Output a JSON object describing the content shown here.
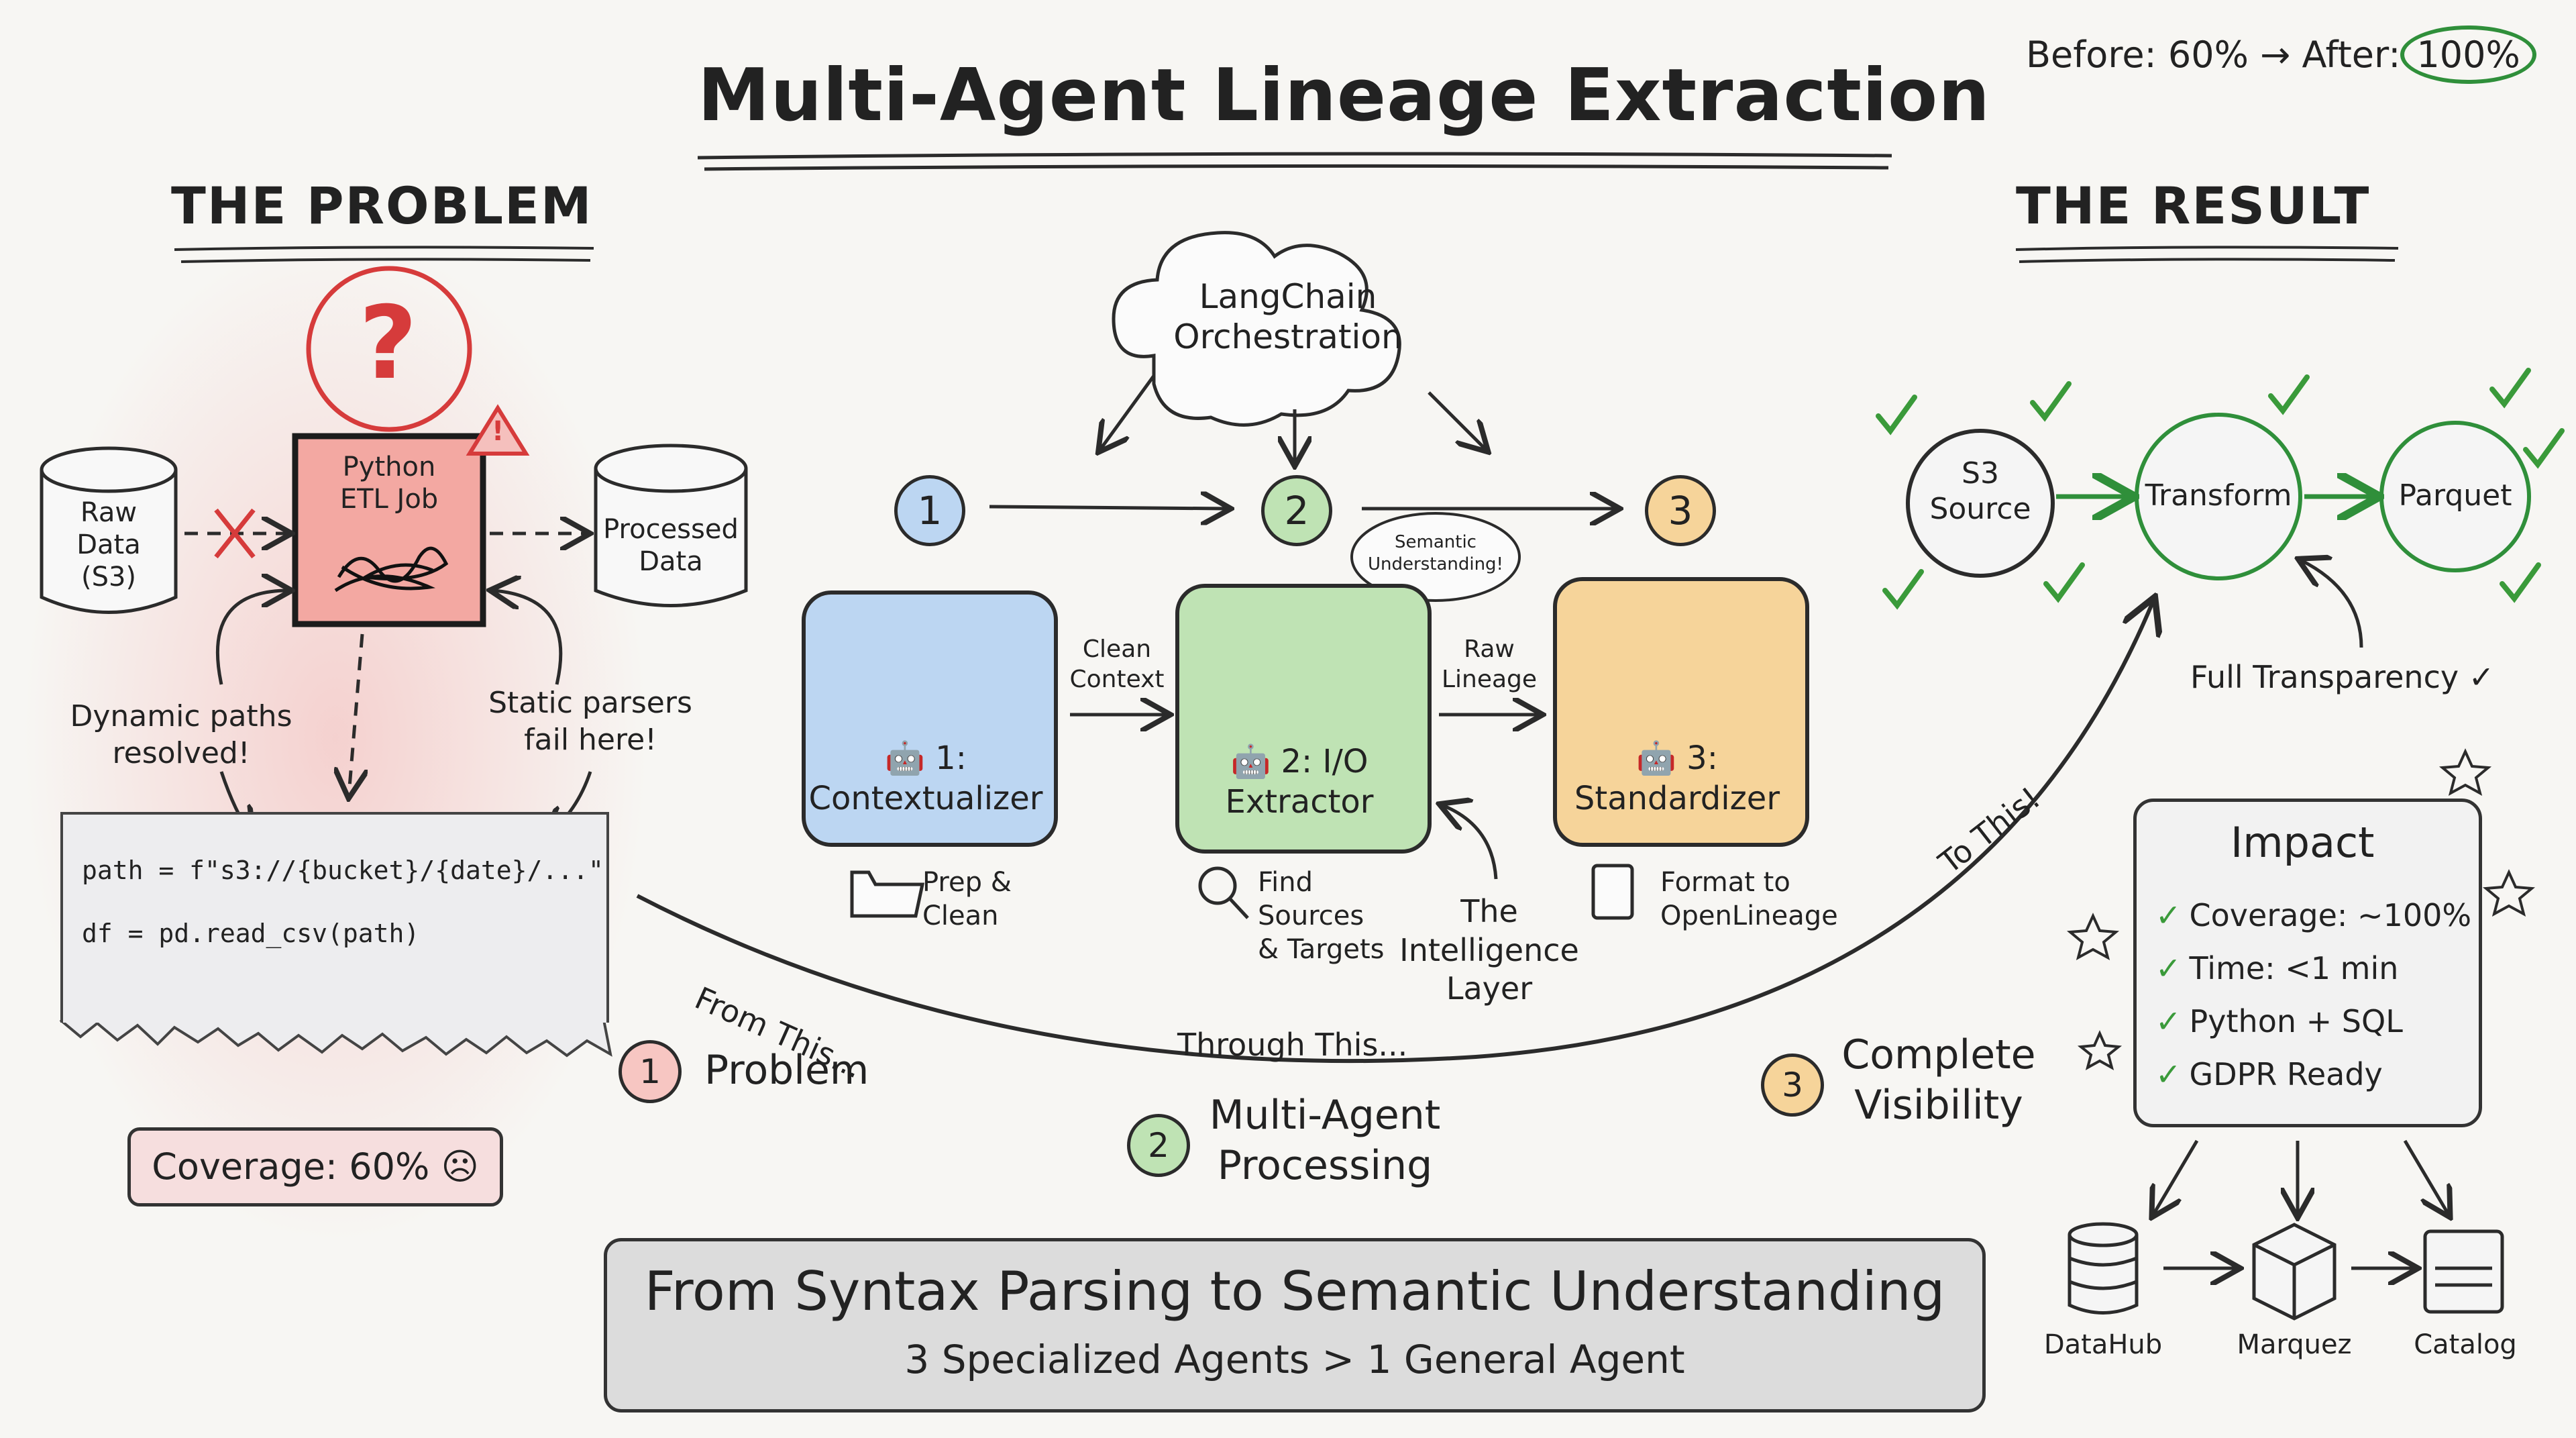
{
  "title": "Multi-Agent Lineage Extraction",
  "before_after": {
    "before": "Before: 60% → After:",
    "after": "100%"
  },
  "problem": {
    "header": "THE PROBLEM",
    "question_mark": "?",
    "warning_mark": "!",
    "raw_data": "Raw\nData\n(S3)",
    "etl_job": "Python\nETL Job",
    "processed_data": "Processed\nData",
    "note_dynamic": "Dynamic paths\nresolved!",
    "note_static": "Static parsers\nfail here!",
    "code_line1": "path = f\"s3://{bucket}/{date}/...\"",
    "code_line2": "df = pd.read_csv(path)",
    "coverage": "Coverage: 60% ☹"
  },
  "middle": {
    "cloud": "LangChain\nOrchestration",
    "num1": "1",
    "num2": "2",
    "num3": "3",
    "agent1_label": "🤖 1:\nContextualizer",
    "agent2_label": "🤖 2: I/O\nExtractor",
    "agent3_label": "🤖 3:\nStandardizer",
    "clean_context": "Clean\nContext",
    "raw_lineage": "Raw\nLineage",
    "semantic": "Semantic\nUnderstanding!",
    "prep_clean": "Prep &\nClean",
    "find_sources": "Find Sources\n& Targets",
    "format_to": "Format to\nOpenLineage",
    "intelligence_layer": "The\nIntelligence\nLayer"
  },
  "result": {
    "header": "THE RESULT",
    "s3_source": "S3\nSource",
    "transform": "Transform",
    "parquet": "Parquet",
    "full_transparency": "Full Transparency ✓",
    "impact_title": "Impact",
    "impact_items": [
      "Coverage: ~100%",
      "Time: <1 min",
      "Python + SQL",
      "GDPR Ready"
    ],
    "datahub": "DataHub",
    "marquez": "Marquez",
    "catalog": "Catalog"
  },
  "flow": {
    "from_this": "From This...",
    "through_this": "Through This...",
    "to_this": "To This!",
    "step1_num": "1",
    "step1": "Problem",
    "step2_num": "2",
    "step2": "Multi-Agent\nProcessing",
    "step3_num": "3",
    "step3": "Complete\nVisibility"
  },
  "banner": {
    "line1": "From Syntax Parsing to Semantic Understanding",
    "line2": "3 Specialized Agents > 1 General Agent"
  },
  "colors": {
    "agent1": "#bcd6f2",
    "agent2": "#bfe3b4",
    "agent3": "#f6d49a",
    "num1": "#bcd6f2",
    "num2": "#bfe3b4",
    "num3": "#f6d49a",
    "problem": "#f3a8a2",
    "green": "#3a9a3a",
    "red": "#d63b3b"
  }
}
